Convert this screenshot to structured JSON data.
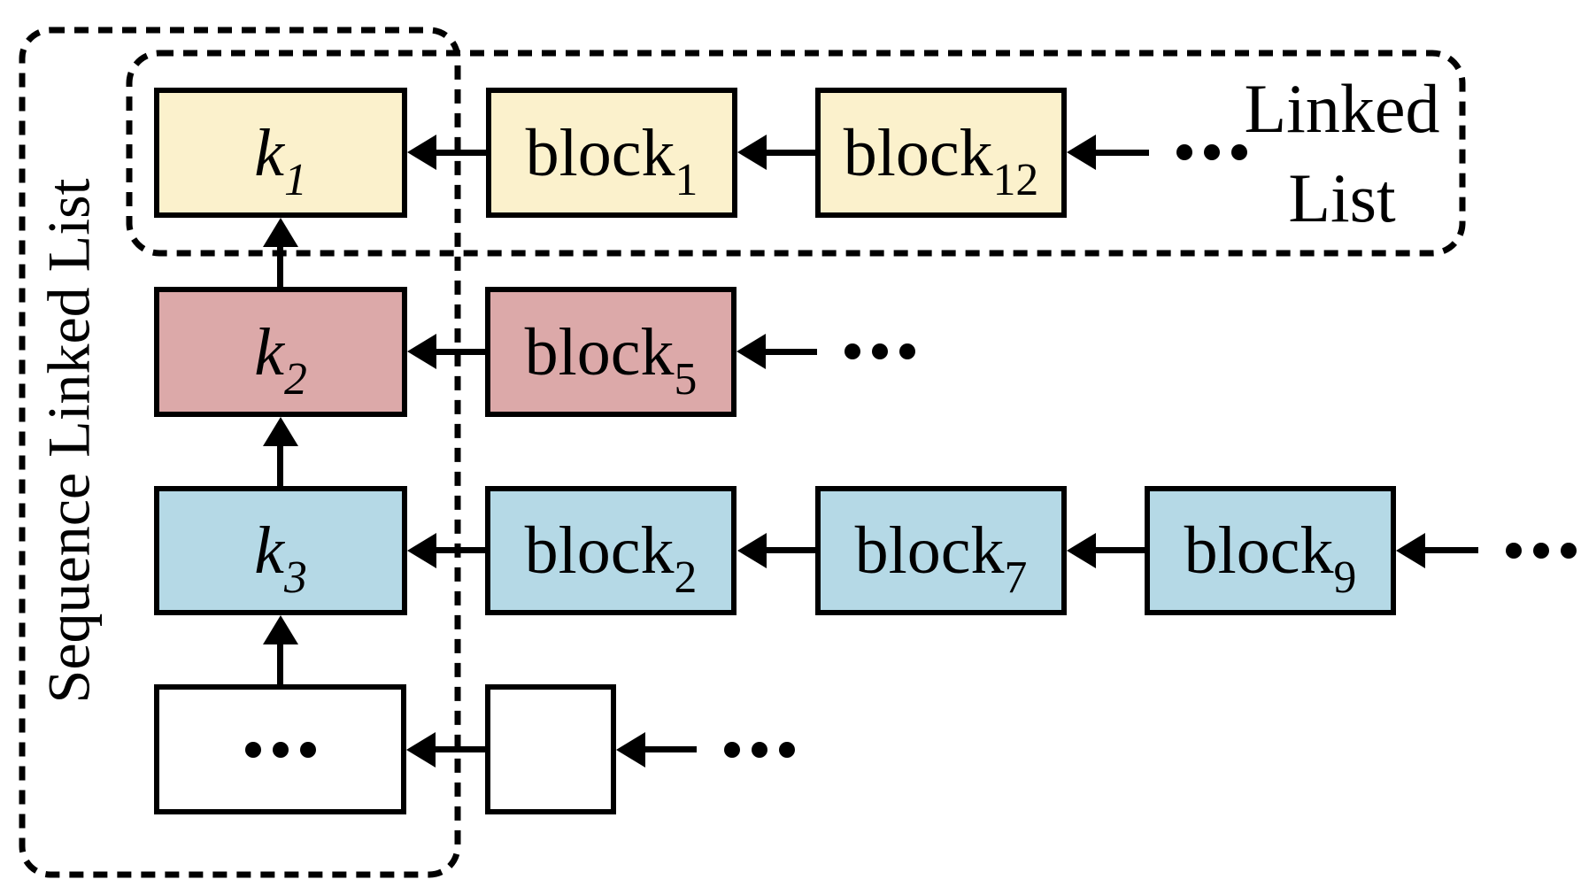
{
  "labels": {
    "outer_group": "Sequence Linked List",
    "inner_group_line1": "Linked",
    "inner_group_line2": "List"
  },
  "nodes": {
    "k1": {
      "base": "k",
      "sub": "1"
    },
    "k2": {
      "base": "k",
      "sub": "2"
    },
    "k3": {
      "base": "k",
      "sub": "3"
    },
    "block1": {
      "base": "block",
      "sub": "1"
    },
    "block12": {
      "base": "block",
      "sub": "12"
    },
    "block5": {
      "base": "block",
      "sub": "5"
    },
    "block2": {
      "base": "block",
      "sub": "2"
    },
    "block7": {
      "base": "block",
      "sub": "7"
    },
    "block9": {
      "base": "block",
      "sub": "9"
    }
  },
  "icons": {
    "ellipsis": "..."
  },
  "colors": {
    "level1_fill": "#FBF1CC",
    "level2_fill": "#DCA9A9",
    "level3_fill": "#B5D9E6",
    "level4_fill": "#FFFFFF",
    "stroke": "#000000"
  }
}
